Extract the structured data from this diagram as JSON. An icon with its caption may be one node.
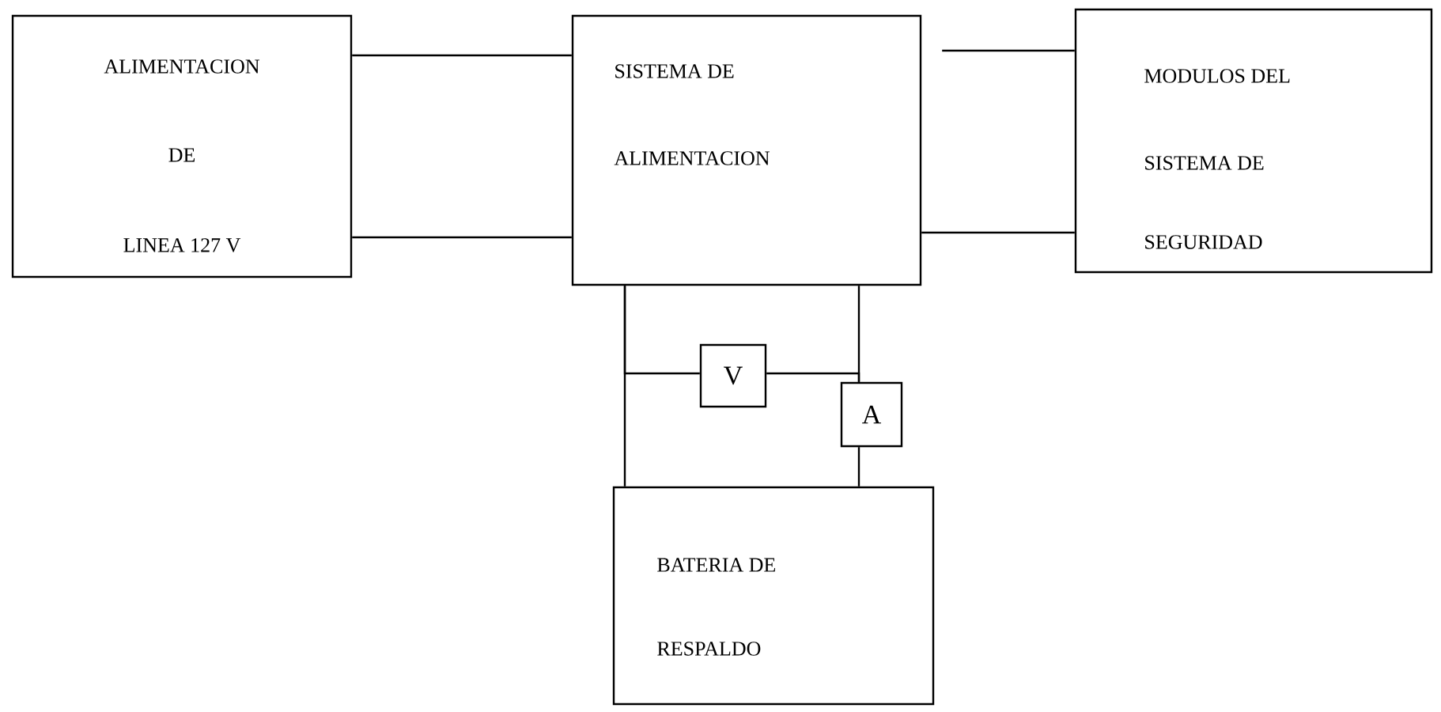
{
  "diagram": {
    "nodes": [
      {
        "text": [
          "ALIMENTACION",
          "DE",
          "LINEA 127 V"
        ]
      },
      {
        "text": [
          "SISTEMA DE",
          "ALIMENTACION"
        ]
      },
      {
        "text": [
          "MODULOS DEL",
          "SISTEMA DE",
          "SEGURIDAD"
        ]
      },
      {
        "text": [
          "BATERIA DE",
          "RESPALDO"
        ]
      },
      {
        "text": [
          "V"
        ]
      },
      {
        "text": [
          "A"
        ]
      }
    ],
    "edges": [
      {
        "from": 0,
        "to": 1,
        "arrow": "none"
      },
      {
        "from": 0,
        "to": 1,
        "arrow": "none"
      },
      {
        "from": 1,
        "to": 2,
        "arrow": "none"
      },
      {
        "from": 1,
        "to": 2,
        "arrow": "none"
      },
      {
        "from": 1,
        "to": 3,
        "arrow": "none"
      },
      {
        "from": 1,
        "to": 5,
        "arrow": "none"
      },
      {
        "from": 5,
        "to": 3,
        "arrow": "none"
      },
      {
        "from": 1,
        "to": 4,
        "arrow": "none"
      },
      {
        "from": 4,
        "to": 5,
        "arrow": "none"
      }
    ]
  }
}
